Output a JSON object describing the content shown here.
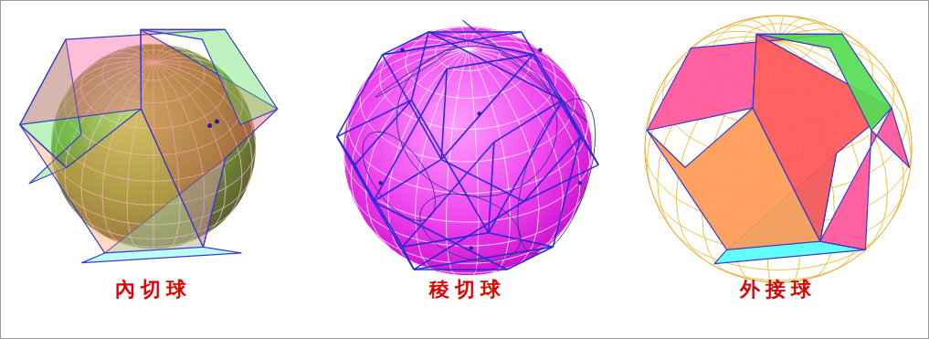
{
  "diagram": {
    "labels": [
      "內切球",
      "稜切球",
      "外接球"
    ]
  }
}
